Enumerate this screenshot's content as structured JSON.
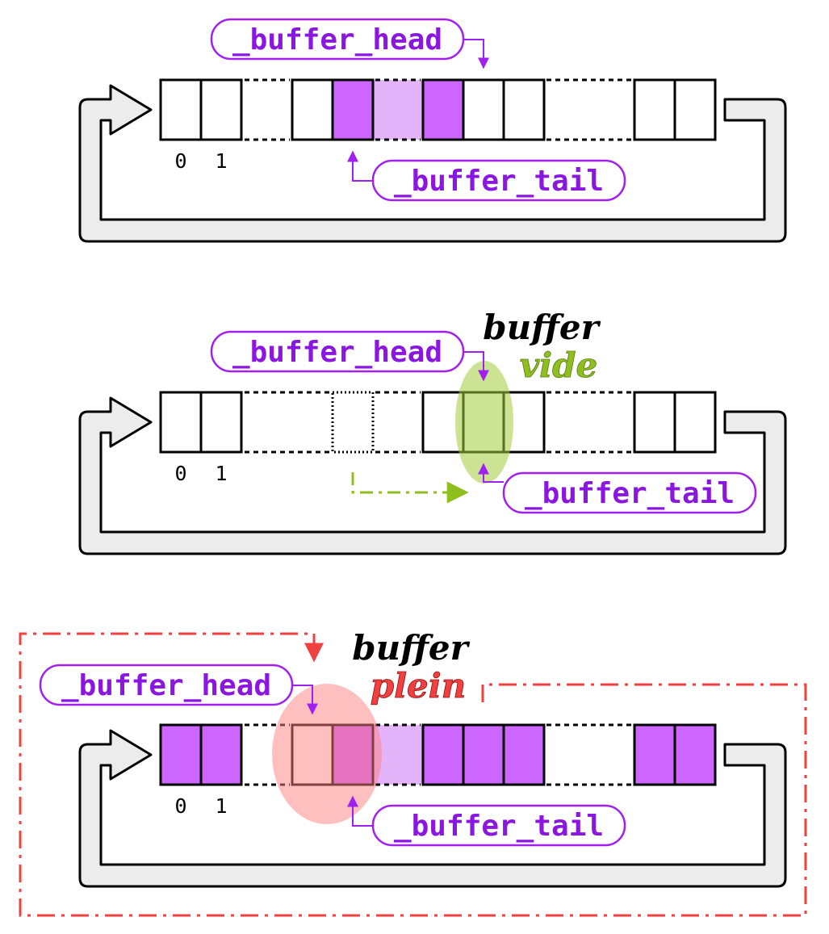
{
  "colors": {
    "cell_fill_head_tail": "#cc66ff",
    "cell_fill_between": "#e4b4fa",
    "label_purple": "#8a16e0",
    "pointer_arrow": "#a020f0",
    "empty_accent": "#8fbf1f",
    "empty_highlight": "#b8d96a",
    "full_accent": "#f04040",
    "full_highlight": "#ff9a9a",
    "loop_arrow_fill": "#ececec"
  },
  "diagrams": [
    {
      "id": "normal",
      "index_labels": [
        "0",
        "1"
      ],
      "head_label": "_buffer_head",
      "tail_label": "_buffer_tail",
      "status_line1": "",
      "status_line2": ""
    },
    {
      "id": "empty",
      "index_labels": [
        "0",
        "1"
      ],
      "head_label": "_buffer_head",
      "tail_label": "_buffer_tail",
      "status_line1": "buffer",
      "status_line2": "vide"
    },
    {
      "id": "full",
      "index_labels": [
        "0",
        "1"
      ],
      "head_label": "_buffer_head",
      "tail_label": "_buffer_tail",
      "status_line1": "buffer",
      "status_line2": "plein"
    }
  ]
}
